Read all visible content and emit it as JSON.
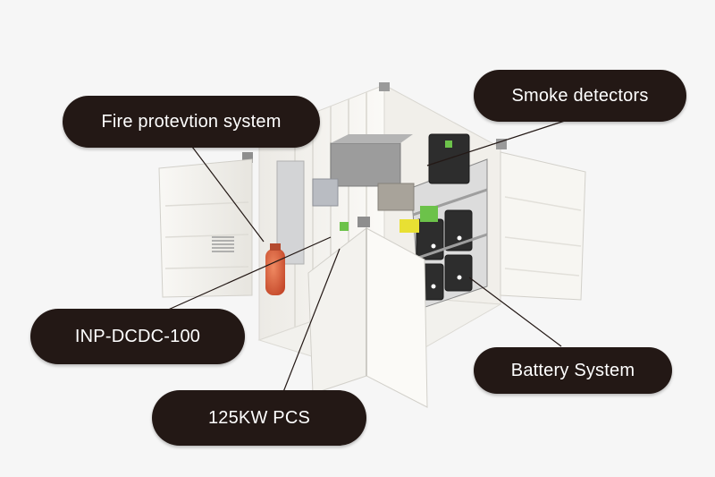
{
  "figure": {
    "subject": "Battery energy storage container with open doors",
    "colors": {
      "background": "#f6f6f6",
      "label_fill": "#231815",
      "label_text": "#ffffff",
      "container_white": "#f4f3ef",
      "battery_black": "#2d2d2d",
      "accent_green": "#6cc24a",
      "accent_yellow": "#e8e033",
      "extinguisher_red": "#d5603c",
      "leader_line": "#231815"
    }
  },
  "callouts": [
    {
      "id": "fire",
      "text": "Fire protevtion system"
    },
    {
      "id": "smoke",
      "text": "Smoke detectors"
    },
    {
      "id": "dcdc",
      "text": "INP-DCDC-100"
    },
    {
      "id": "pcs",
      "text": "125KW PCS"
    },
    {
      "id": "battery",
      "text": "Battery System"
    }
  ]
}
